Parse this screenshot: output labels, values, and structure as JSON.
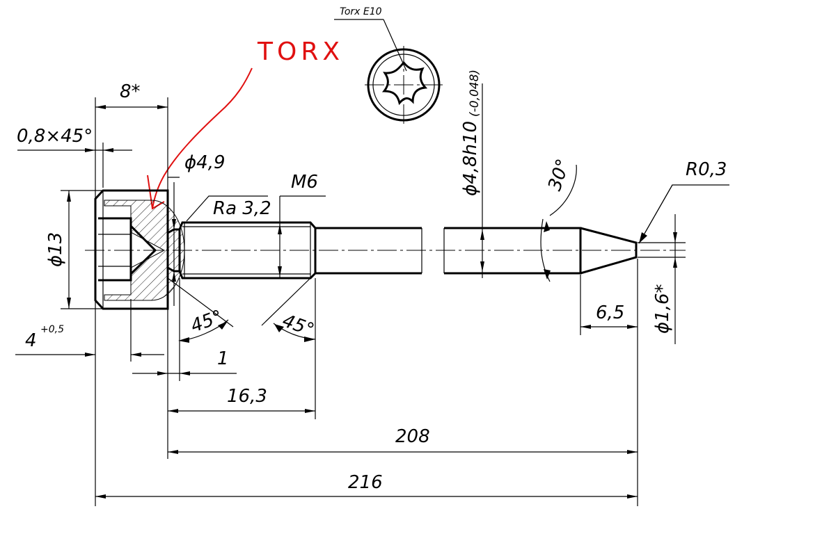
{
  "drawing": {
    "torx_callout": "TORX",
    "detail_label": "Torx E10",
    "dims": {
      "head_length": "8*",
      "chamfer": "0,8×45°",
      "neck_diameter": "ϕ4,9",
      "thread": "M6",
      "roughness": "Ra 3,2",
      "shank_diameter": "ϕ4,8h10",
      "shank_tolerance": "(-0,048)",
      "cone_angle": "30°",
      "tip_radius": "R0,3",
      "head_diameter": "ϕ13",
      "recess_depth": "4",
      "recess_tol": "+0,5",
      "chamfer_angle_left": "45°",
      "chamfer_angle_right": "45°",
      "undercut": "1",
      "thread_length": "16,3",
      "shank_length": "208",
      "overall_length": "216",
      "cone_length": "6,5",
      "tip_diameter": "ϕ1,6*"
    }
  }
}
